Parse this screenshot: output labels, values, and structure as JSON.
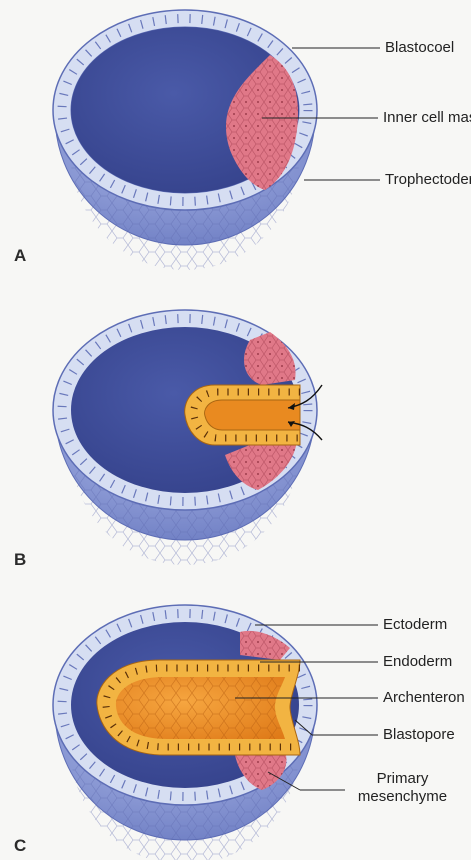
{
  "panels": {
    "a": {
      "letter": "A",
      "labels": {
        "blastocoel": "Blastocoel",
        "inner_cell_mass": "Inner cell mass",
        "trophectoderm": "Trophectoderm"
      }
    },
    "b": {
      "letter": "B"
    },
    "c": {
      "letter": "C",
      "labels": {
        "ectoderm": "Ectoderm",
        "endoderm": "Endoderm",
        "archenteron": "Archenteron",
        "blastopore": "Blastopore",
        "primary_mesenchyme_line1": "Primary",
        "primary_mesenchyme_line2": "mesenchyme"
      }
    }
  },
  "colors": {
    "cavity": "#3f4f9c",
    "cell_ring": "#cfd9f0",
    "hemisphere_outer": "#7f8fd0",
    "inner_mass": "#e07888",
    "endoderm": "#f2b442",
    "archenteron": "#e98a20"
  }
}
